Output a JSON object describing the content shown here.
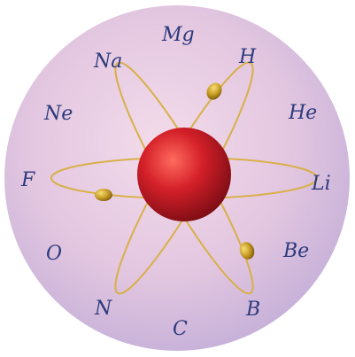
{
  "colors": {
    "disc_center": "#f0d4e6",
    "disc_edge": "#c3aed8",
    "orbit": "#d8b04a",
    "nucleus": "#cc1f28",
    "electron": "#c59a22",
    "symbol": "#2c3a7c"
  },
  "elements": [
    {
      "symbol": "Mg"
    },
    {
      "symbol": "Na"
    },
    {
      "symbol": "H"
    },
    {
      "symbol": "Ne"
    },
    {
      "symbol": "He"
    },
    {
      "symbol": "F"
    },
    {
      "symbol": "Li"
    },
    {
      "symbol": "O"
    },
    {
      "symbol": "Be"
    },
    {
      "symbol": "N"
    },
    {
      "symbol": "B"
    },
    {
      "symbol": "C"
    }
  ]
}
